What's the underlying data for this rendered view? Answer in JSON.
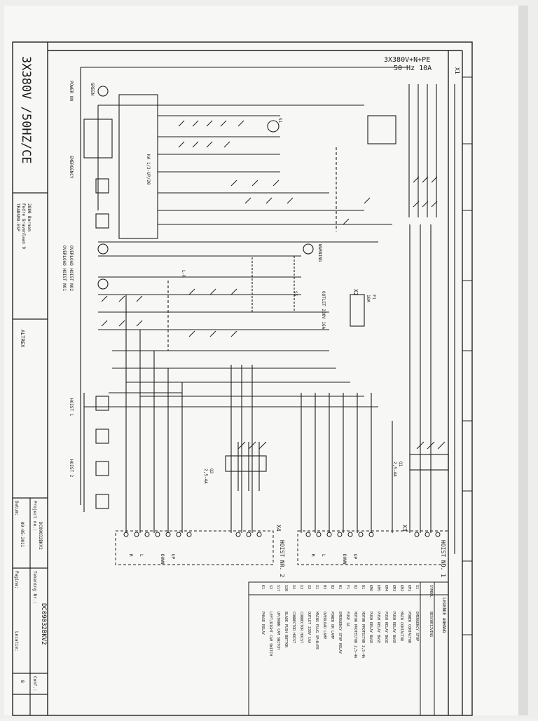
{
  "sheet": {
    "title_block_heading": "3X380V /50HZ/CE",
    "company_name": "TRANSMO-ESP",
    "company_address_line1": "Fedre Gravenlaan 9",
    "company_address_line2": "2880 Bornem",
    "brand": "ALTREX",
    "project_label": "Project no.:",
    "project_value": "DC09032BKV2",
    "drawing_no_label": "Tekening Nr.:",
    "drawing_no_value": "DC09032BKV2",
    "date_label": "Datum:",
    "date_value": "09-05-2011",
    "page_label": "Pagina:",
    "location_label": "Locatie:",
    "config_label": "Conf.:",
    "config_value": "B",
    "supply_line1": "3X380V+N+PE",
    "supply_line2": "50 Hz   10A",
    "legend_title": "LEGENDE ANHANG",
    "legend_col1": "SYMBOL",
    "legend_col2": "BESCHRIJVING",
    "legend_rows": [
      {
        "sym": "S1",
        "desc": "EMERGENCY STOP"
      },
      {
        "sym": "KM1",
        "desc": "POWER CONTACTOR"
      },
      {
        "sym": "KM2",
        "desc": "MAIN CONTACTOR"
      },
      {
        "sym": "KM3",
        "desc": "PUSH RELAY BASE"
      },
      {
        "sym": "KM4",
        "desc": "PUSH RELAY BASE"
      },
      {
        "sym": "KM5",
        "desc": "PUSH RELAY BASE"
      },
      {
        "sym": "KM6",
        "desc": "PUSH RELAY BASE"
      },
      {
        "sym": "Q1",
        "desc": "MOTOR PROTECTOR 2,5-4A"
      },
      {
        "sym": "Q2",
        "desc": "MOTOR PROTECTOR 2,5-4A"
      },
      {
        "sym": "F1",
        "desc": "FUSE 1A"
      },
      {
        "sym": "H1",
        "desc": "EMERGENCY STOP RELAY"
      },
      {
        "sym": "H2",
        "desc": "POWER ON LAMP"
      },
      {
        "sym": "H3",
        "desc": "OVERLOAD LAMP"
      },
      {
        "sym": "X1",
        "desc": "MAINS PLUG 3P+N+PE"
      },
      {
        "sym": "X2",
        "desc": "OUTLET 230V 16A"
      },
      {
        "sym": "X3",
        "desc": "CONNECTOR HOIST"
      },
      {
        "sym": "X4",
        "desc": "CONNECTOR HOIST"
      },
      {
        "sym": "S20",
        "desc": "BLADE PUSH BUTTON"
      },
      {
        "sym": "S17",
        "desc": "UP/DOWN CAM SWITCH"
      },
      {
        "sym": "S2",
        "desc": "LEFT/RIGHT CAM SWITCH"
      },
      {
        "sym": "K1",
        "desc": "PHASE RELAY"
      }
    ],
    "labels": {
      "power_on": "POWER ON",
      "green": "GREEN",
      "emergency": "EMERGENCY",
      "overload_1": "OVERLOAD HOIST NO1",
      "overload_2": "OVERLOAD HOIST NO2",
      "hoist_1": "HOIST 1",
      "hoist_2": "HOIST 2",
      "hoist_no1": "HOIST NO. 1",
      "hoist_no2": "HOIST NR. 2",
      "outlet": "OUTLET 230V 16A",
      "warning": "WARNING",
      "relay": "KA 1/3-UP/20",
      "x1": "X1",
      "x2": "X2",
      "x3": "X3",
      "x4": "X4",
      "q1": "Q1",
      "q2": "Q2",
      "q1_range": "2,5-4A",
      "q2_range": "2,5-4A",
      "s5": "S5",
      "s1": "S1",
      "f1": "F1",
      "f1_rating": "10A",
      "up": "UP",
      "down": "DOWN",
      "l": "L",
      "r": "R",
      "lr": "L-R"
    }
  }
}
